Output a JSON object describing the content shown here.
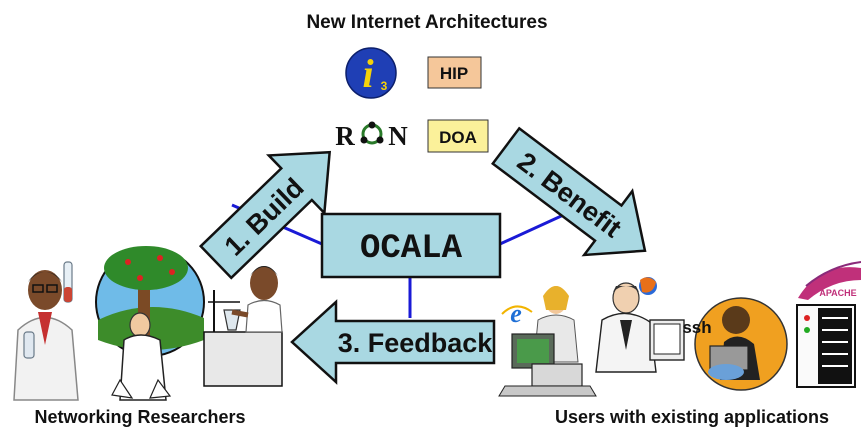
{
  "title": "New Internet Architectures",
  "architectures": {
    "i3_logo": "i",
    "i3_logo_sub": "3",
    "hip": "HIP",
    "ron_r": "R",
    "ron_n": "N",
    "doa": "DOA"
  },
  "center": {
    "label": "OCALA"
  },
  "arrows": {
    "build": "1. Build",
    "benefit": "2. Benefit",
    "feedback": "3. Feedback"
  },
  "left_group": {
    "caption": "Networking Researchers"
  },
  "right_group": {
    "caption": "Users with existing applications",
    "ssh_label": "ssh",
    "apache_label": "APACHE",
    "ie_glyph": "e"
  },
  "colors": {
    "arrow_fill": "#a9d8e2",
    "ocala_fill": "#a9d8e2",
    "hip_fill": "#f5c79a",
    "doa_fill": "#fbf19a",
    "line": "#1a1ad6",
    "i3_circle": "#1f3fb5"
  }
}
